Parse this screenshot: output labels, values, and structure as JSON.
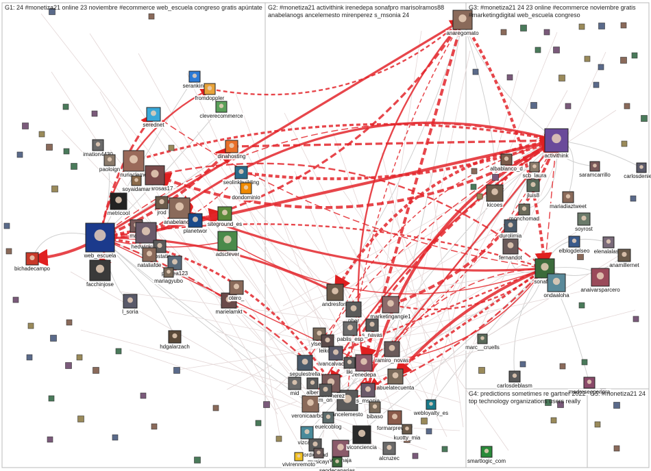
{
  "groups": [
    {
      "id": "G1",
      "label_lines": [
        "G1: 24 #monetiza21 online 23 noviembre #ecommerce web_escuela congreso gratis apúntate"
      ]
    },
    {
      "id": "G2",
      "label_lines": [
        "G2: #monetiza21 activithink irenedepa sonafpro marisolramos88",
        "anabelanogs ancelemesto mirenperez s_msonia 24"
      ]
    },
    {
      "id": "G3",
      "label_lines": [
        "G3: #monetiza21 24 23 online #ecommerce noviembre gratis",
        "#marketingdigital web_escuela congreso"
      ]
    },
    {
      "id": "G4",
      "label_lines": [
        "G4: predictions sometimes re gartner 2022",
        "top technology organizations users really"
      ]
    },
    {
      "id": "G5",
      "label_lines": [
        "G5: #monetiza21 24"
      ]
    }
  ],
  "nodes": [
    {
      "id": "web_escuela",
      "label": "web_escuela",
      "color": "#1b3a8c",
      "hub": true
    },
    {
      "id": "activithink",
      "label": "activithink",
      "color": "#6a4a9a",
      "hub": true
    },
    {
      "id": "sonafpro",
      "label": "sonafpro",
      "color": "#3b6b3b",
      "hub": true
    },
    {
      "id": "anaregomato",
      "label": "anaregomato",
      "color": "#8a6a5a"
    },
    {
      "id": "seranking",
      "label": "seranking",
      "color": "#2d7bd6"
    },
    {
      "id": "fromdoppler",
      "label": "fromdoppler",
      "color": "#e8a33a"
    },
    {
      "id": "cleverecommerce",
      "label": "cleverecommerce",
      "color": "#5aa05a"
    },
    {
      "id": "serednet",
      "label": "serednet",
      "color": "#3aa8d8"
    },
    {
      "id": "dinahosting",
      "label": "dinahosting",
      "color": "#e8702a"
    },
    {
      "id": "seolinkbuilding",
      "label": "seolinkbuilding",
      "color": "#2a6a8a"
    },
    {
      "id": "dondominio",
      "label": "dondominio",
      "color": "#f08a00"
    },
    {
      "id": "siteground_es",
      "label": "siteground_es",
      "color": "#5a8a3a"
    },
    {
      "id": "adsclever",
      "label": "adsclever",
      "color": "#4a8a4a"
    },
    {
      "id": "imation4430",
      "label": "imation4430",
      "color": "#6a6a6a"
    },
    {
      "id": "paoloign",
      "label": "paoloign",
      "color": "#8a7a6a"
    },
    {
      "id": "nuriacleme",
      "label": "nuriacleme",
      "color": "#9a6a5a"
    },
    {
      "id": "rosanarosas17",
      "label": "rosanarosas17",
      "color": "#7a4a4a"
    },
    {
      "id": "soyaidamar",
      "label": "soyaidamar",
      "color": "#8a6a4a"
    },
    {
      "id": "metricool",
      "label": "metricool",
      "color": "#222222"
    },
    {
      "id": "jrod",
      "label": "jrod",
      "color": "#6a5a4a"
    },
    {
      "id": "anabelanogs",
      "label": "anabelanogs",
      "color": "#8a6a5a"
    },
    {
      "id": "planetwor",
      "label": "planetwor",
      "color": "#1a4a8a"
    },
    {
      "id": "marisol",
      "label": "maris",
      "color": "#7a5a5a"
    },
    {
      "id": "hedwigkudo",
      "label": "hedwigkudo",
      "color": "#6a5a6a"
    },
    {
      "id": "gabstatic",
      "label": "gabstatic",
      "color": "#5a5a5a"
    },
    {
      "id": "nataliafde",
      "label": "nataliafde",
      "color": "#8a6a5a"
    },
    {
      "id": "perbea123",
      "label": "perbea123",
      "color": "#5a6a7a"
    },
    {
      "id": "mariagyubo",
      "label": "mariagyubo",
      "color": "#7a6a5a"
    },
    {
      "id": "facchinjose",
      "label": "facchinjose",
      "color": "#3a3a3a"
    },
    {
      "id": "bichadecampo",
      "label": "bichadecampo",
      "color": "#c83a2a"
    },
    {
      "id": "l_soria",
      "label": "l_soria",
      "color": "#5a5a6a"
    },
    {
      "id": "hdgalarzach",
      "label": "hdgalarzach",
      "color": "#5a4a3a"
    },
    {
      "id": "marielamkt",
      "label": "marielamkt",
      "color": "#6a4a4a"
    },
    {
      "id": "otero_",
      "label": "otero_",
      "color": "#8a6a5a"
    },
    {
      "id": "alblablanco_d",
      "label": "albablanco_d",
      "color": "#7a5a4a"
    },
    {
      "id": "scb_laura",
      "label": "scb_laura",
      "color": "#8a7a6a"
    },
    {
      "id": "kicoes",
      "label": "kicoes",
      "color": "#6a5a4a"
    },
    {
      "id": "jluis8",
      "label": "jluis8",
      "color": "#5a6a5a"
    },
    {
      "id": "monchomad",
      "label": "monchomad",
      "color": "#6a6a5a"
    },
    {
      "id": "durolimia",
      "label": "durolimia",
      "color": "#4a5a6a"
    },
    {
      "id": "fernandot",
      "label": "fernandot",
      "color": "#6a5a5a"
    },
    {
      "id": "elblogdelseo",
      "label": "elblogdelseo",
      "color": "#3a5a8a"
    },
    {
      "id": "ondaaloha",
      "label": "ondaaloha",
      "color": "#5a8a9a"
    },
    {
      "id": "anaivarsparcero",
      "label": "anaivarsparcero",
      "color": "#9a4a5a"
    },
    {
      "id": "mariadiaztweet",
      "label": "mariadiaztweet",
      "color": "#8a6a5a"
    },
    {
      "id": "soyrost",
      "label": "soyrost",
      "color": "#6a7a6a"
    },
    {
      "id": "elenalalasm",
      "label": "elenalalasm",
      "color": "#7a6a7a"
    },
    {
      "id": "anamillernet",
      "label": "anamillernet",
      "color": "#6a5a4a"
    },
    {
      "id": "saramcarrillo",
      "label": "saramcarrillo",
      "color": "#7a5a5a"
    },
    {
      "id": "carlosdeniebla",
      "label": "carlosdeniebla",
      "color": "#5a5a6a"
    },
    {
      "id": "marc__cruells",
      "label": "marc__cruells",
      "color": "#5a6a5a"
    },
    {
      "id": "carlosdeblasm",
      "label": "carlosdeblasm",
      "color": "#5a5a5a"
    },
    {
      "id": "madreseoperiora",
      "label": "madreseoperiora",
      "color": "#8a4a6a"
    },
    {
      "id": "andresforn",
      "label": "andresforn",
      "color": "#6a5a4a"
    },
    {
      "id": "marketingangie1",
      "label": "marketingangie1",
      "color": "#8a6a6a"
    },
    {
      "id": "s_navas",
      "label": "s_navas",
      "color": "#5a5a5a"
    },
    {
      "id": "ylseror",
      "label": "ylseror",
      "color": "#7a6a5a"
    },
    {
      "id": "aldenna",
      "label": "pher",
      "color": "#5a5a5a"
    },
    {
      "id": "pablis_esp",
      "label": "pablis_esp",
      "color": "#6a6a6a"
    },
    {
      "id": "leikobs",
      "label": "leikobs",
      "color": "#5a4a4a"
    },
    {
      "id": "ivancalvachee",
      "label": "ivancalvachee",
      "color": "#5a5a6a"
    },
    {
      "id": "sepulestrella",
      "label": "sepulestrella",
      "color": "#4a5a6a"
    },
    {
      "id": "ramiro_novas",
      "label": "ramiro_novas",
      "color": "#6a5a5a"
    },
    {
      "id": "irenedepa",
      "label": "irenedepa",
      "color": "#8a5a6a"
    },
    {
      "id": "abuelatecuenta",
      "label": "abuelatecuenta",
      "color": "#7a6a5a"
    },
    {
      "id": "ancelemesto",
      "label": "ancelemesto",
      "color": "#5a5a5a"
    },
    {
      "id": "mirenperez",
      "label": "mirenperez",
      "color": "#7a5a5a"
    },
    {
      "id": "s_msonia",
      "label": "s_msonia",
      "color": "#6a5a6a"
    },
    {
      "id": "veronicaarboiro",
      "label": "veronicaarboiro",
      "color": "#8a6a5a"
    },
    {
      "id": "m_onc",
      "label": "m_on",
      "color": "#5a5a5a"
    },
    {
      "id": "eusebioblog",
      "label": "euelcoblog",
      "color": "#5a6a6a"
    },
    {
      "id": "bibaso",
      "label": "bibaso",
      "color": "#7a6a5a"
    },
    {
      "id": "webloyalty_es",
      "label": "webloyalty_es",
      "color": "#1a7a8a"
    },
    {
      "id": "formarprevenir",
      "label": "formarprevenir",
      "color": "#8a5a4a"
    },
    {
      "id": "vizcaya75",
      "label": "vizca75",
      "color": "#4a8a9a"
    },
    {
      "id": "jordiestrad",
      "label": "jordiestrad",
      "color": "#5a5a5a"
    },
    {
      "id": "musicayl",
      "label": "musicayr",
      "color": "#6a5a5a"
    },
    {
      "id": "vidamaja",
      "label": "vidamaja",
      "color": "#8a5a6a"
    },
    {
      "id": "viconciencia",
      "label": "viconciencia",
      "color": "#2a2a2a"
    },
    {
      "id": "vivirenremoto",
      "label": "vivirenremoto",
      "color": "#f0c020"
    },
    {
      "id": "seodecanarias",
      "label": "seodecanarias",
      "color": "#3a6a3a"
    },
    {
      "id": "alcruzec",
      "label": "alcruzec",
      "color": "#6a6a6a"
    },
    {
      "id": "alber",
      "label": "alber",
      "color": "#5a5a5a"
    },
    {
      "id": "smartlogic_com",
      "label": "smartlogic_com",
      "color": "#2a8a3a"
    },
    {
      "id": "mid",
      "label": "mid",
      "color": "#6a6a6a"
    },
    {
      "id": "kuotty_mia",
      "label": "kuotty_mia",
      "color": "#6a5a4a"
    },
    {
      "id": "marketingangie2",
      "label": "liki",
      "color": "#5a5a5a"
    }
  ]
}
